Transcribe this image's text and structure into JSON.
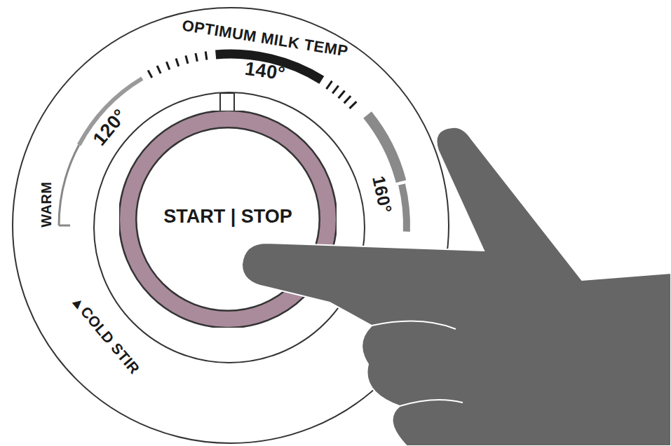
{
  "diagram": {
    "nodes": [
      {
        "text": [
          "START | STOP"
        ]
      }
    ],
    "labels": [
      "OPTIMUM MILK TEMP",
      "140°",
      "120°",
      "160°",
      "WARM",
      "▲COLD STIR"
    ]
  }
}
